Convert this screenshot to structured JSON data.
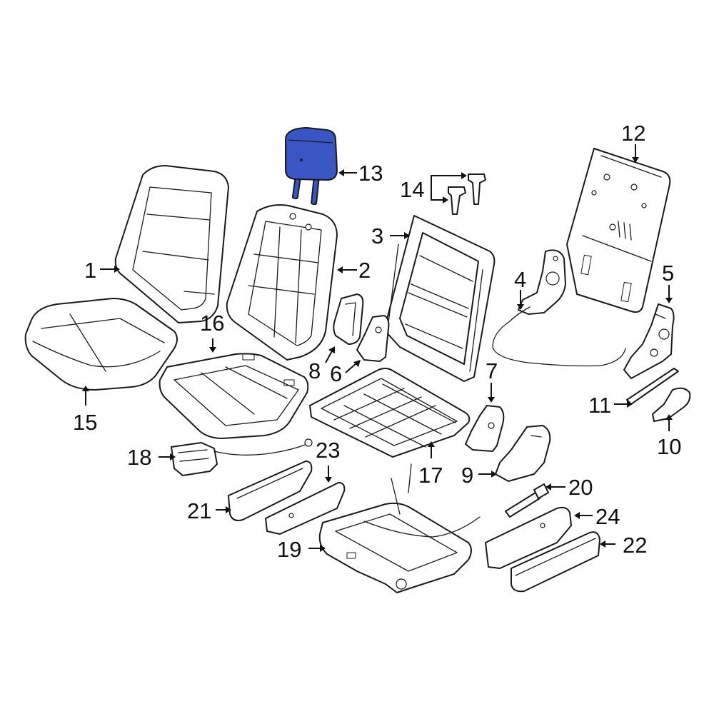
{
  "highlight_color": "#3a55c4",
  "callouts": [
    {
      "id": "c1",
      "label": "1",
      "part": "seat-back-cover"
    },
    {
      "id": "c2",
      "label": "2",
      "part": "seat-back-pad"
    },
    {
      "id": "c3",
      "label": "3",
      "part": "seat-back-frame"
    },
    {
      "id": "c4",
      "label": "4",
      "part": "recliner-cable"
    },
    {
      "id": "c5",
      "label": "5",
      "part": "recliner-mechanism"
    },
    {
      "id": "c6",
      "label": "6",
      "part": "bracket"
    },
    {
      "id": "c7",
      "label": "7",
      "part": "side-trim"
    },
    {
      "id": "c8",
      "label": "8",
      "part": "bracket"
    },
    {
      "id": "c9",
      "label": "9",
      "part": "side-trim"
    },
    {
      "id": "c10",
      "label": "10",
      "part": "trim-piece"
    },
    {
      "id": "c11",
      "label": "11",
      "part": "trim-strip"
    },
    {
      "id": "c12",
      "label": "12",
      "part": "seat-back-panel"
    },
    {
      "id": "c13",
      "label": "13",
      "part": "headrest",
      "highlighted": true
    },
    {
      "id": "c14",
      "label": "14",
      "part": "headrest-guides"
    },
    {
      "id": "c15",
      "label": "15",
      "part": "seat-cushion-cover"
    },
    {
      "id": "c16",
      "label": "16",
      "part": "seat-cushion-pad"
    },
    {
      "id": "c17",
      "label": "17",
      "part": "cushion-frame"
    },
    {
      "id": "c18",
      "label": "18",
      "part": "latch-with-cable"
    },
    {
      "id": "c19",
      "label": "19",
      "part": "seat-track"
    },
    {
      "id": "c20",
      "label": "20",
      "part": "gas-strut"
    },
    {
      "id": "c21",
      "label": "21",
      "part": "track-cover"
    },
    {
      "id": "c22",
      "label": "22",
      "part": "track-cover"
    },
    {
      "id": "c23",
      "label": "23",
      "part": "track-trim"
    },
    {
      "id": "c24",
      "label": "24",
      "part": "track-trim"
    }
  ]
}
